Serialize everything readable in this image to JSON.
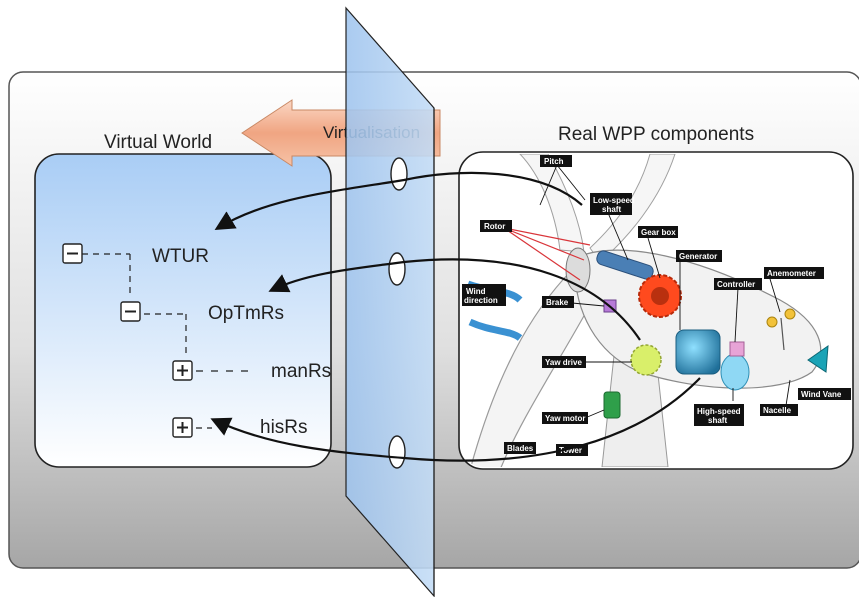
{
  "headings": {
    "virtual_world": "Virtual World",
    "real_components": "Real WPP components",
    "arrow_label": "Virtualisation"
  },
  "tree": {
    "root": "WTUR",
    "child": "OpTmRs",
    "grandchild_1": "manRs",
    "grandchild_2": "hisRs",
    "expanded_symbol": "−",
    "collapsed_symbol": "+"
  },
  "turbine_labels": {
    "pitch": "Pitch",
    "low_speed_shaft_1": "Low-speed",
    "low_speed_shaft_2": "shaft",
    "rotor": "Rotor",
    "gear_box": "Gear box",
    "generator": "Generator",
    "anemometer": "Anemometer",
    "wind_direction_1": "Wind",
    "wind_direction_2": "direction",
    "controller": "Controller",
    "brake": "Brake",
    "yaw_drive": "Yaw drive",
    "wind_vane": "Wind Vane",
    "yaw_motor": "Yaw motor",
    "high_speed_shaft_1": "High-speed",
    "high_speed_shaft_2": "shaft",
    "nacelle": "Nacelle",
    "blades": "Blades",
    "tower": "Tower"
  },
  "colors": {
    "panel_top": "#ffffff",
    "panel_bottom": "#a9a9a9",
    "virtual_top": "#aed0f6",
    "virtual_bottom": "#ffffff",
    "plane": "#a7c9ef",
    "arrow_fill": "#f2ab8a",
    "gear": "#ff4a1e",
    "generator": "#2e8fb5"
  }
}
